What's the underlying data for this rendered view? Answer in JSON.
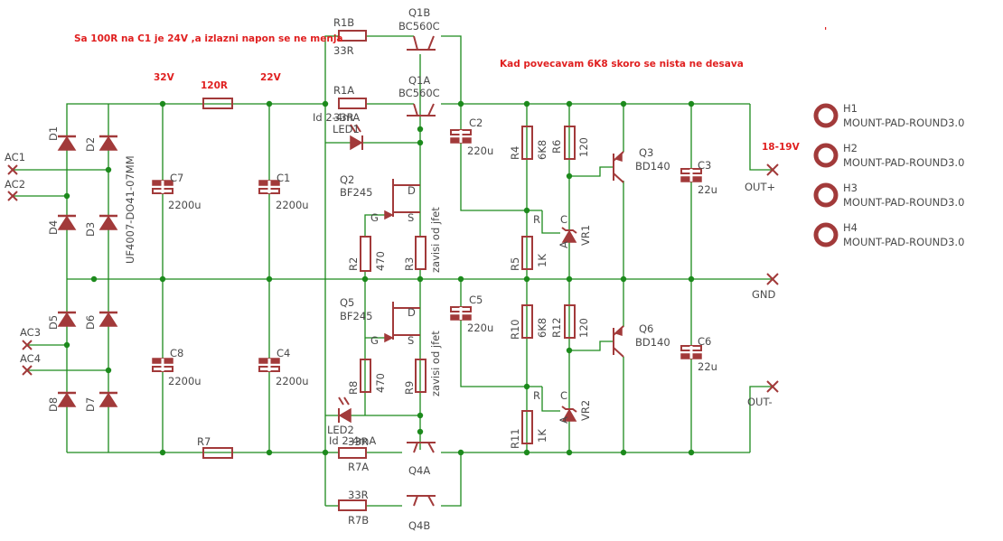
{
  "notes": {
    "c1_note": "Sa 100R na C1 je 24V ,a  izlazni napon se ne menja",
    "r6k8_note": "Kad povecavam 6K8  skoro se nista ne desava",
    "v32": "32V",
    "v22": "22V",
    "r120": "120R",
    "vout": "18-19V",
    "tick": "'"
  },
  "components": {
    "D1": "D1",
    "D2": "D2",
    "D3": "D3",
    "D4": "D4",
    "D5": "D5",
    "D6": "D6",
    "D7": "D7",
    "D8": "D8",
    "diode_value": "UF4007-DO41-07MM",
    "C7": "C7",
    "C7v": "2200u",
    "C8": "C8",
    "C8v": "2200u",
    "C1": "C1",
    "C1v": "2200u",
    "C4": "C4",
    "C4v": "2200u",
    "C2": "C2",
    "C2v": "220u",
    "C5": "C5",
    "C5v": "220u",
    "C3": "C3",
    "C3v": "22u",
    "C6": "C6",
    "C6v": "22u",
    "R1B": "R1B",
    "R1Bv": "33R",
    "R1A": "R1A",
    "R1Av": "33R",
    "R7A": "R7A",
    "R7Av": "33R",
    "R7B": "R7B",
    "R7Bv": "33R",
    "R7": "R7",
    "Q1B": "Q1B",
    "Q1Bv": "BC560C",
    "Q1A": "Q1A",
    "Q1Av": "BC560C",
    "Q4A": "Q4A",
    "Q4B": "Q4B",
    "LED1": "LED1",
    "LED1_id": "Id 2-4mA",
    "LED2": "LED2",
    "LED2_id": "Id 2-4mA",
    "Q2": "Q2",
    "Q2v": "BF245",
    "Q5": "Q5",
    "Q5v": "BF245",
    "pinD": "D",
    "pinG": "G",
    "pinS": "S",
    "R2": "R2",
    "R2v": "470",
    "R8": "R8",
    "R8v": "470",
    "R3": "R3",
    "R3v": "zavisi od jfet",
    "R9": "R9",
    "R9v": "zavisi od jfet",
    "R4": "R4",
    "R4v": "6K8",
    "R10": "R10",
    "R10v": "6K8",
    "R5": "R5",
    "R5v": "1K",
    "R11": "R11",
    "R11v": "1K",
    "R6": "R6",
    "R6v": "120",
    "R12": "R12",
    "R12v": "120",
    "VR1": "VR1",
    "VR2": "VR2",
    "pinR": "R",
    "pinC": "C",
    "pinA": "A",
    "Q3": "Q3",
    "Q3v": "BD140",
    "Q6": "Q6",
    "Q6v": "BD140",
    "H1": "H1",
    "H2": "H2",
    "H3": "H3",
    "H4": "H4",
    "mount_value": "MOUNT-PAD-ROUND3.0"
  },
  "terminals": {
    "AC1": "AC1",
    "AC2": "AC2",
    "AC3": "AC3",
    "AC4": "AC4",
    "OUTP": "OUT+",
    "GND": "GND",
    "OUTN": "OUT-"
  },
  "colors": {
    "wire": "#1c8a1c",
    "symbol": "#a23a3a",
    "text": "#4a4a4a",
    "note": "#e02020"
  }
}
